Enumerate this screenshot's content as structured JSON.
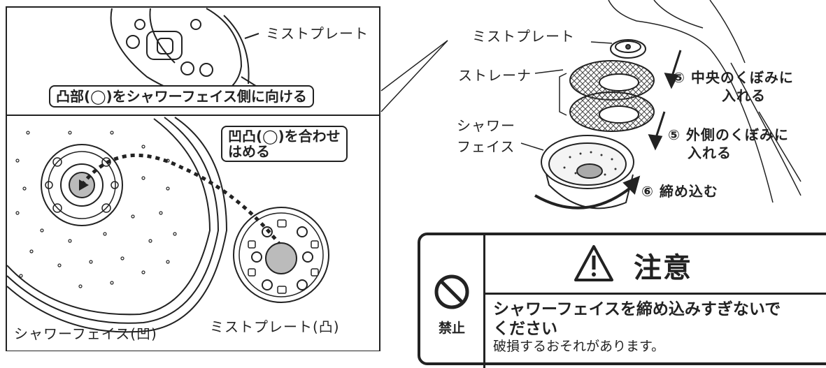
{
  "left_panel": {
    "top_label": "ミストプレート",
    "banner": "凸部(◯)をシャワーフェイス側に向ける",
    "align_label_line1": "凹凸(◯)を合わせ",
    "align_label_line2": "はめる",
    "face_caption": "シャワーフェイス(凹)",
    "plate_caption": "ミストプレート(凸)"
  },
  "right_diagram": {
    "mist_plate": "ミストプレート",
    "strainer": "ストレーナ",
    "shower_face_line1": "シャワー",
    "shower_face_line2": "フェイス",
    "step_center_line1": "⑤ 中央のくぼみに",
    "step_center_line2": "入れる",
    "step_outer_line1": "⑤ 外側のくぼみに",
    "step_outer_line2": "入れる",
    "step_tighten": "⑥ 締め込む"
  },
  "caution": {
    "title": "注意",
    "prohibit_label": "禁止",
    "main_line1": "シャワーフェイスを締め込みすぎないで",
    "main_line2": "ください",
    "sub": "破損するおそれがあります。"
  }
}
